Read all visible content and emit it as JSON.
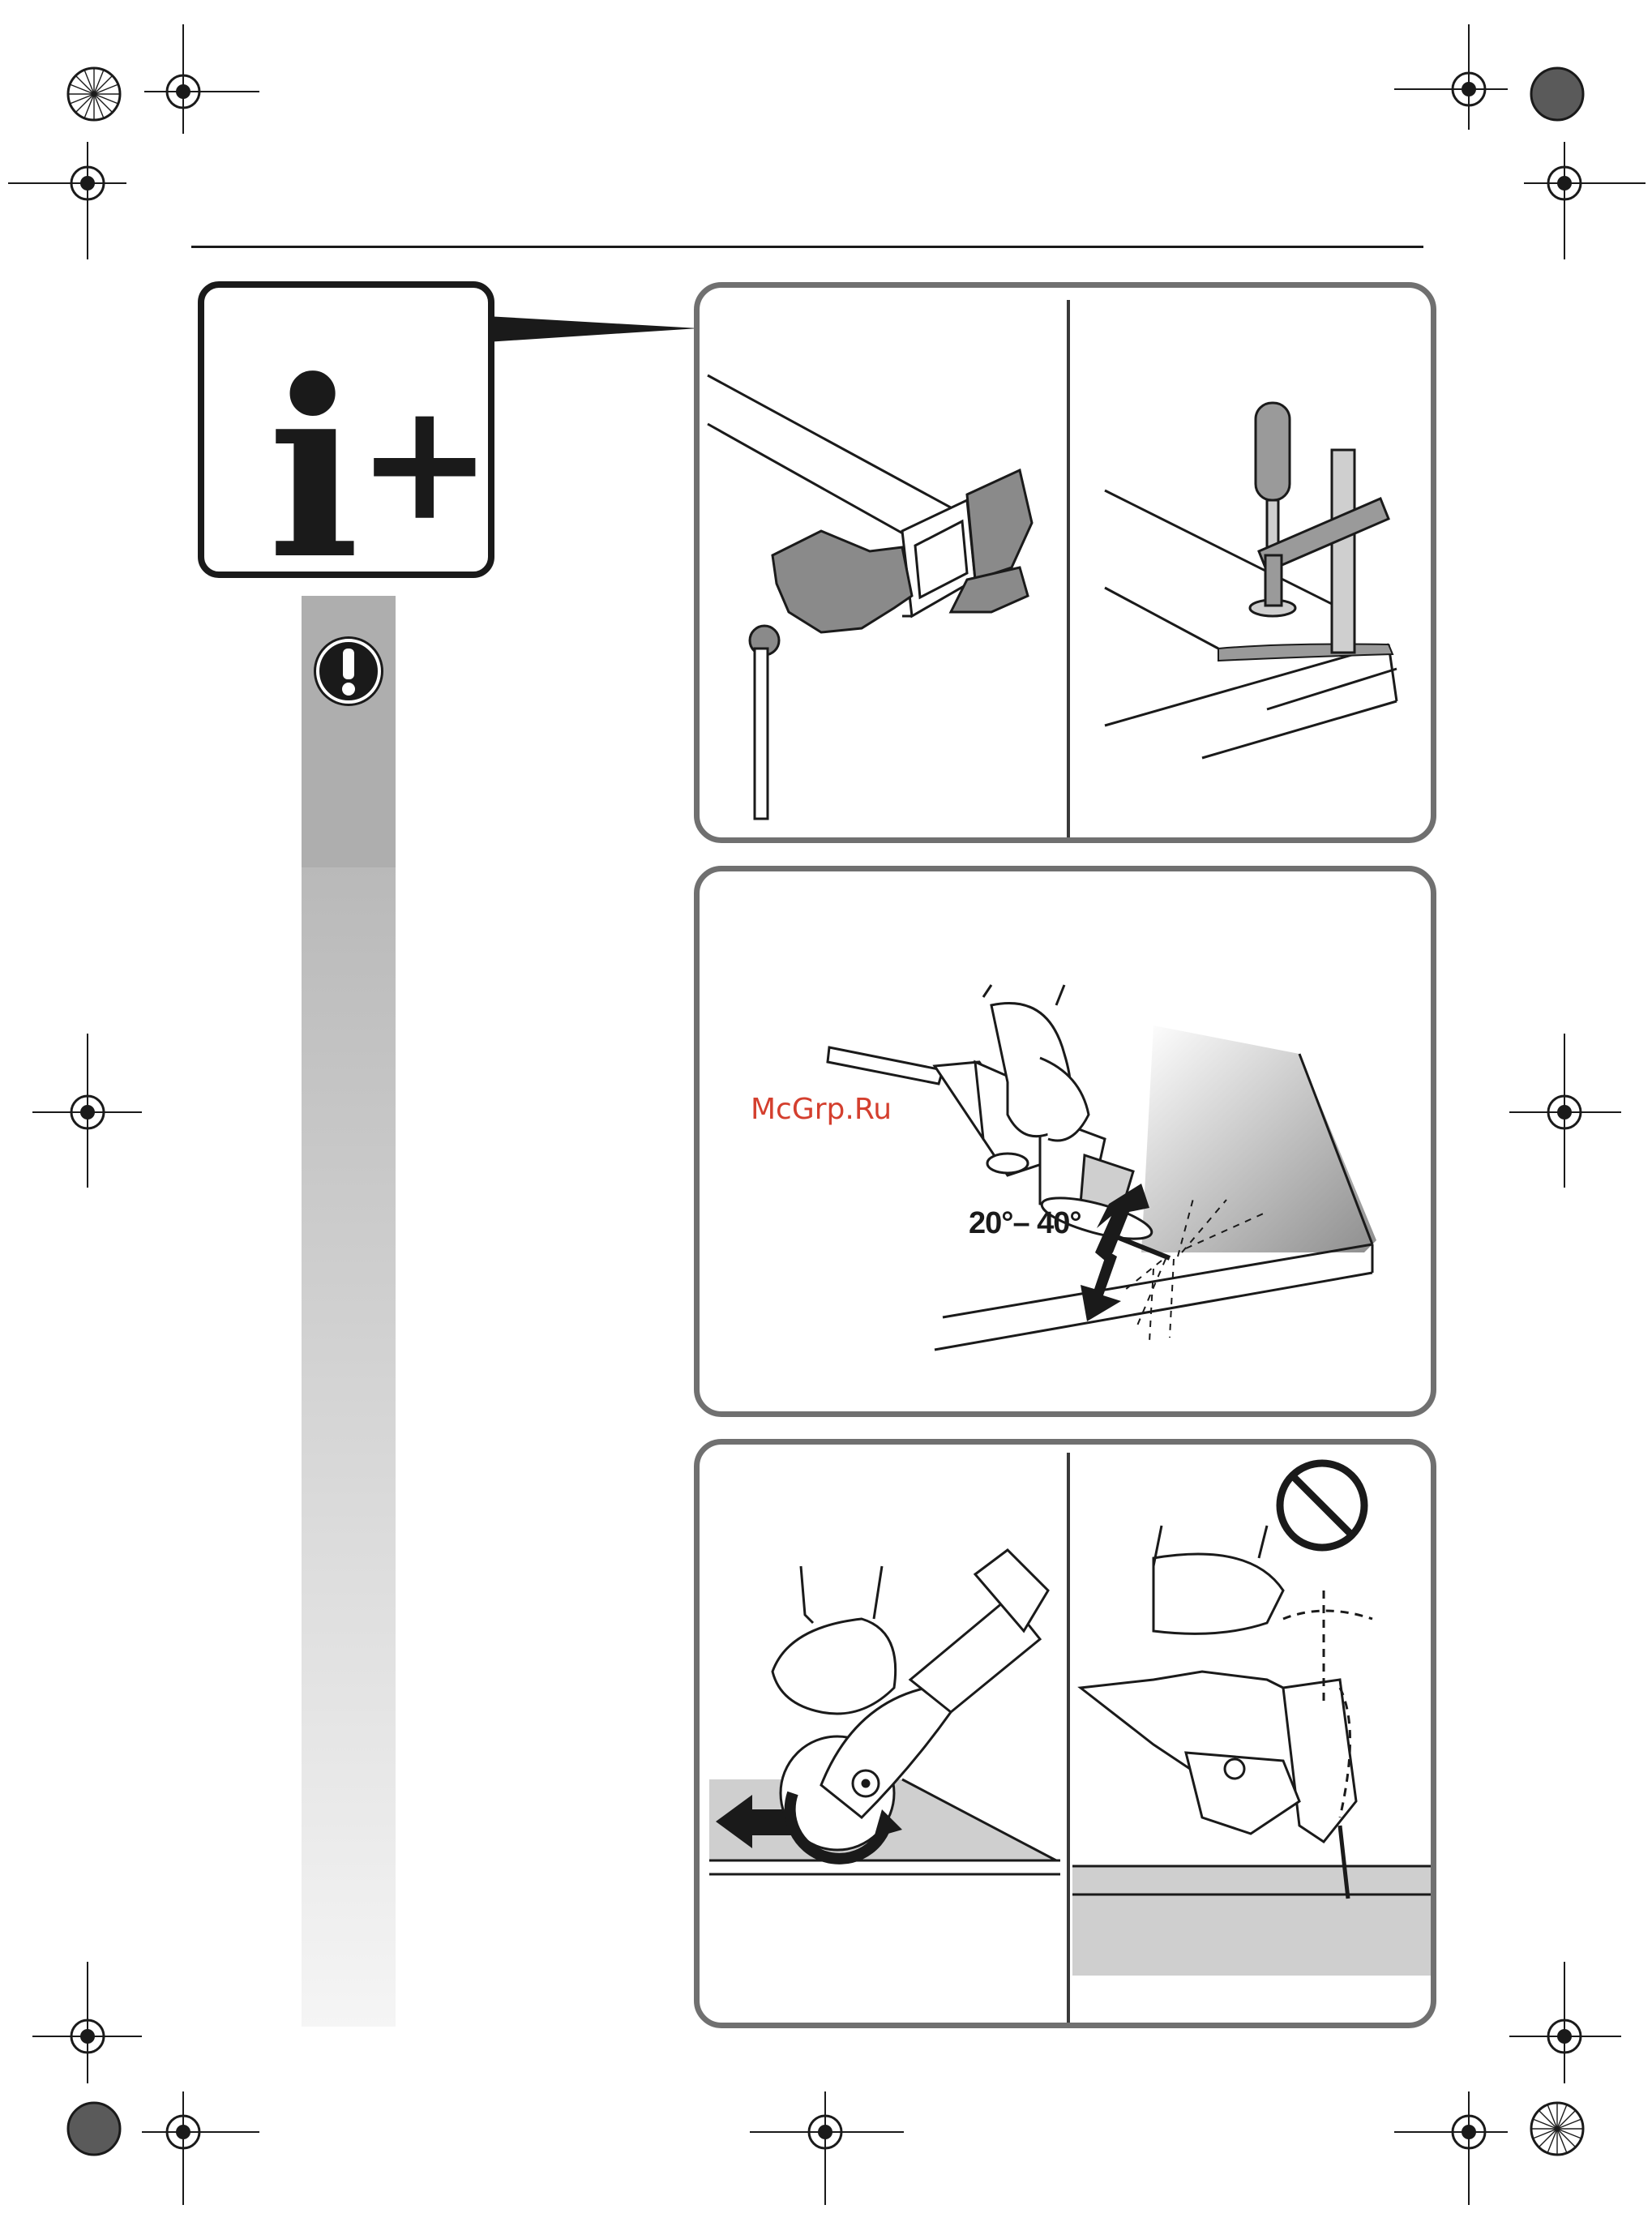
{
  "header": {
    "info_glyph": "i",
    "plus_glyph": "+"
  },
  "warning": {
    "icon": "exclamation-circle-icon",
    "symbol": "!"
  },
  "figures": {
    "fig1": {
      "left_scene": "tube-in-bench-vise",
      "right_scene": "welded-plate-with-clamp"
    },
    "fig2": {
      "scene": "grinding-at-angle",
      "angle_label": "20°– 40°",
      "watermark": "McGrp.Ru"
    },
    "fig3": {
      "left_scene": "cut-direction-arrow",
      "right_scene": "prohibited-tilting",
      "prohibited_icon": "no-symbol-icon"
    }
  },
  "colors": {
    "panel_border": "#707070",
    "ink": "#1a1a1a",
    "watermark": "#d43f2e",
    "tint": "#d0d0d0"
  }
}
